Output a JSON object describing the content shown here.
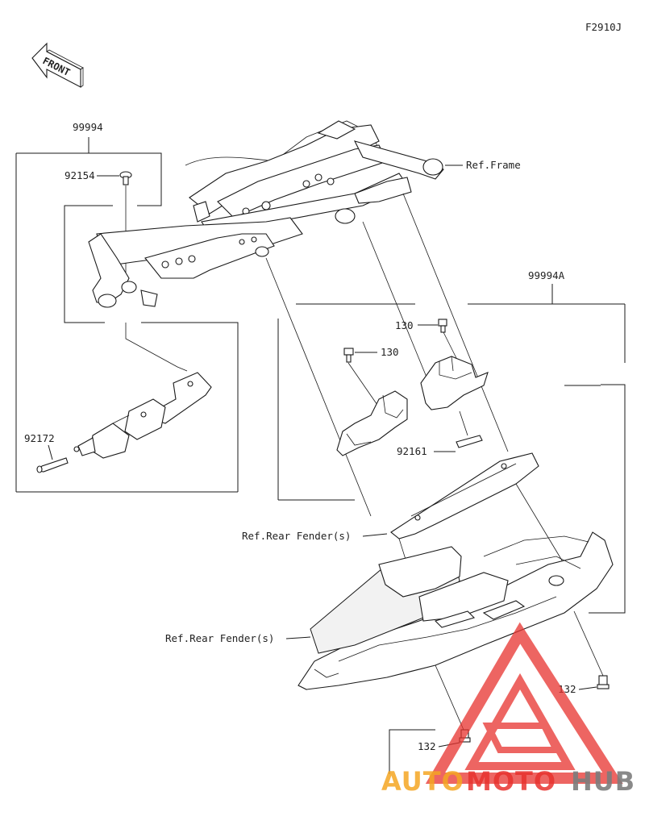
{
  "diagram_code": "F2910J",
  "front_badge": "FRONT",
  "labels": {
    "kit_left": "99994",
    "kit_right": "99994A",
    "part_92154": "92154",
    "part_92172": "92172",
    "part_130_a": "130",
    "part_130_b": "130",
    "part_92161": "92161",
    "part_132_a": "132",
    "part_132_b": "132",
    "ref_frame": "Ref.Frame",
    "ref_rear_fender_1": "Ref.Rear Fender(s)",
    "ref_rear_fender_2": "Ref.Rear Fender(s)"
  },
  "watermark": {
    "part1": "AUTO",
    "part2": "MOTO",
    "part3": "HUB",
    "color_red": "#e8322e",
    "color_orange": "#f5a623",
    "color_gray": "#8a8a8a"
  }
}
